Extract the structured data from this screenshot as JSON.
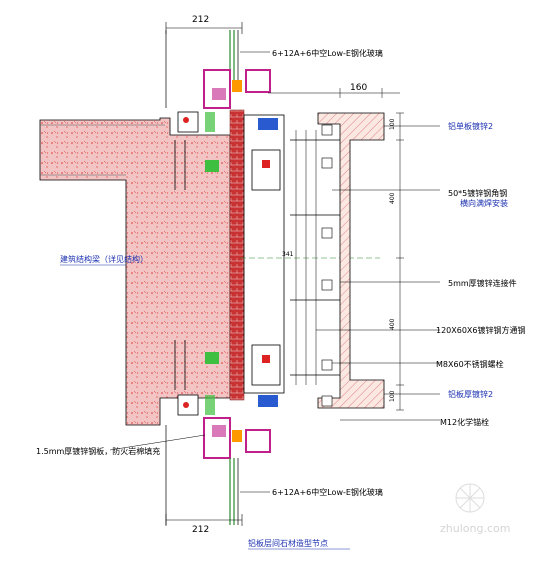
{
  "drawing": {
    "title": "铝板层间石材造型节点",
    "dims": {
      "top_width": "212",
      "bottom_width": "212",
      "d160": "160",
      "d100_top": "100",
      "d400_a": "400",
      "d400_b": "400",
      "d100_bot": "100",
      "d341": "341"
    },
    "labels": {
      "glass_top": "6+12A+6中空Low-E钢化玻璃",
      "glass_bottom": "6+12A+6中空Low-E钢化玻璃",
      "aluminum_plate_top": "铝单板镀锌2",
      "steel_angle": "50*5镀锌钢角钢",
      "steel_angle_sub": "横向满焊安装",
      "plate_5mm": "5mm厚镀锌连接件",
      "tube": "120X60X6镀锌钢方通钢",
      "bolt": "M8X60不锈钢螺栓",
      "aluminum_plate_bottom": "铝板厚镀锌2",
      "anchor": "M12化学锚栓",
      "fireproof": "1.5mm厚镀锌钢板，防火岩棉填充",
      "structure": "建筑结构梁（详见结构）"
    },
    "watermark": "zhulong.com"
  }
}
